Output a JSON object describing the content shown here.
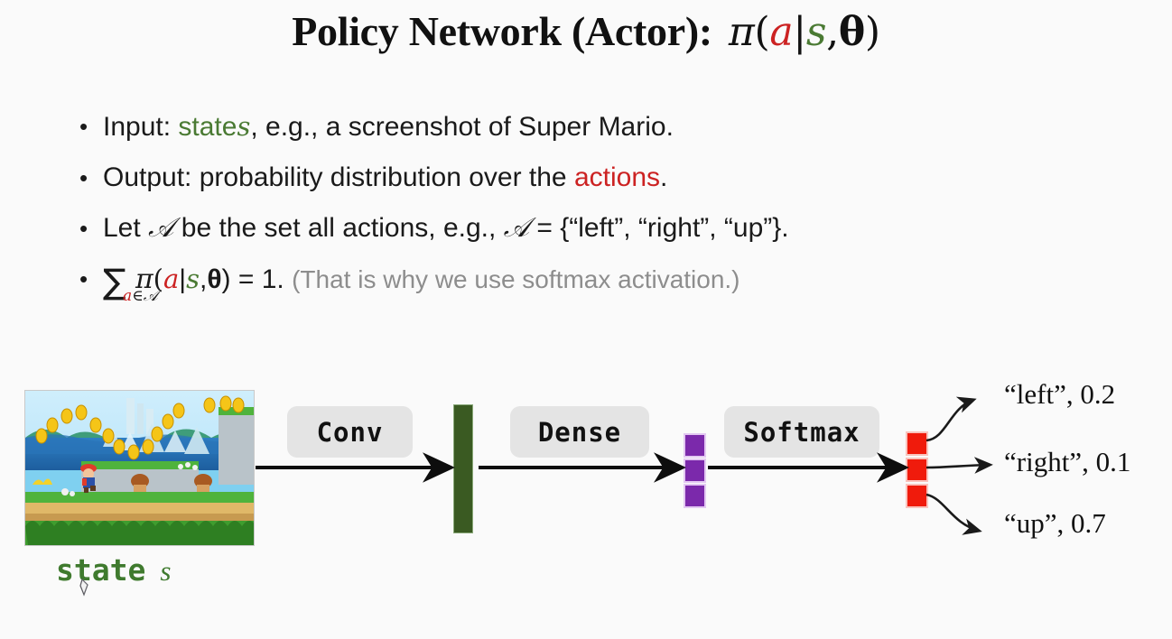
{
  "slide": {
    "title_prefix": "Policy Network (Actor):",
    "title_math": {
      "pi": "π",
      "open": "(",
      "a": "a",
      "bar": "|",
      "s": "s",
      "comma": ",",
      "theta": "θ",
      "close": ")"
    },
    "background_color": "#fafafa"
  },
  "bullets": [
    {
      "id": "bullet-input",
      "parts": [
        {
          "text": "Input: ",
          "style": "plain"
        },
        {
          "text": "state",
          "style": "green"
        },
        {
          "text": "s",
          "style": "green-italic"
        },
        {
          "text": ", e.g., a screenshot of Super Mario.",
          "style": "plain"
        }
      ],
      "plain_text": "Input: state s, e.g., a screenshot of Super Mario."
    },
    {
      "id": "bullet-output",
      "parts": [
        {
          "text": "Output: probability distribution over the ",
          "style": "plain"
        },
        {
          "text": "actions",
          "style": "red"
        },
        {
          "text": ".",
          "style": "plain"
        }
      ],
      "plain_text": "Output: probability distribution over the actions."
    },
    {
      "id": "bullet-actionset",
      "parts": [
        {
          "text": "Let ",
          "style": "plain"
        },
        {
          "text": "𝒜",
          "style": "script"
        },
        {
          "text": " be the set all actions, e.g., ",
          "style": "plain"
        },
        {
          "text": "𝒜",
          "style": "script"
        },
        {
          "text": " = {“left”, “right”, “up”}.",
          "style": "plain"
        }
      ],
      "plain_text": "Let A be the set all actions, e.g., A = {“left”, “right”, “up”}."
    },
    {
      "id": "bullet-sum",
      "sum_symbol": "∑",
      "sum_subscript_a": "a",
      "sum_subscript_rest": "∈𝒜",
      "expression_pi": "π",
      "expr_open": "(",
      "expr_a": "a",
      "expr_bar": "|",
      "expr_s": "s",
      "expr_comma": ",",
      "expr_theta": "θ",
      "expr_close": ")",
      "equals": "= 1.",
      "note": "(That is why we use softmax activation.)",
      "plain_text": "∑ a∈A π(a|s,θ) = 1. (That is why we use softmax activation.)"
    }
  ],
  "diagram": {
    "input_image": {
      "name": "super-mario-screenshot",
      "caption_text": "state",
      "caption_symbol": "s",
      "caption_color": "#3f7a2e"
    },
    "layers": [
      {
        "id": "conv",
        "label": "Conv"
      },
      {
        "id": "dense",
        "label": "Dense"
      },
      {
        "id": "softmax",
        "label": "Softmax"
      }
    ],
    "conv_feature_bar": {
      "color": "#3a5a22",
      "count": 1
    },
    "dense_units": {
      "color": "#7b29ab",
      "count": 3
    },
    "softmax_units": {
      "color": "#f01b0c",
      "count": 3
    },
    "outputs": [
      {
        "action": "“left”",
        "probability": "0.2",
        "text": "“left”, 0.2"
      },
      {
        "action": "“right”",
        "probability": "0.1",
        "text": "“right”, 0.1"
      },
      {
        "action": "“up”",
        "probability": "0.7",
        "text": "“up”, 0.7"
      }
    ]
  },
  "colors": {
    "action_red": "#cc2222",
    "state_green": "#4a7a33",
    "note_gray": "#8d8d8d",
    "label_box_gray": "#e4e4e4"
  }
}
